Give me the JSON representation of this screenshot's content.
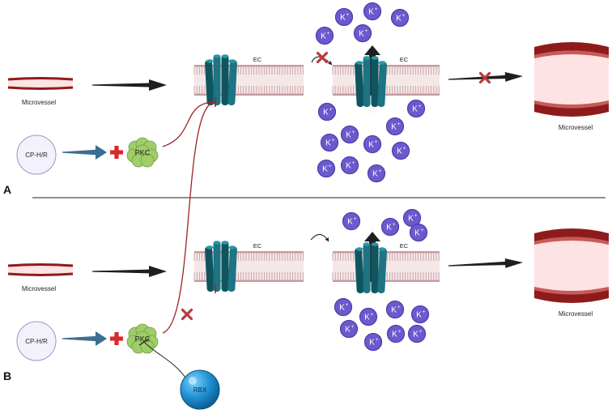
{
  "panels": [
    {
      "letter": "A",
      "microvessel_left_label": "Microvessel",
      "stimulus_label": "CP-H/R",
      "kinase_label": "PKC",
      "membrane_left_label": "EC",
      "membrane_right_label": "EC",
      "microvessel_right_label": "Microvessel",
      "ion_label": "K",
      "ion_charge": "+",
      "drug_label": "",
      "state": "constricted"
    },
    {
      "letter": "B",
      "microvessel_left_label": "Microvessel",
      "stimulus_label": "CP-H/R",
      "kinase_label": "PKC",
      "membrane_left_label": "EC",
      "membrane_right_label": "EC",
      "microvessel_right_label": "Microvessel",
      "ion_label": "K",
      "ion_charge": "+",
      "drug_label": "RBX",
      "state": "dilated"
    }
  ],
  "colors": {
    "channel": "#1d7482",
    "channel_dark": "#0f5560",
    "vessel_wall": "#8e1b1b",
    "vessel_wall_light": "#c85a5a",
    "vessel_lumen": "#fde3e3",
    "membrane_head": "#c79a9e",
    "membrane_fill": "#f4e7e8",
    "ion_fill": "#6a5acd",
    "ion_stroke": "#4a3da8",
    "pkc_fill": "#9fcd6a",
    "pkc_stroke": "#6f9f3f",
    "inhibit_line": "#9e2323",
    "plus_sign": "#d62a2a",
    "block_mark": "#b93b3b",
    "stimulus_arrow": "#3a6f8f",
    "black_arrow": "#1f1f1f",
    "drug_fill": "#1f8fd0",
    "cell_circle_fill": "#f3f2fb",
    "cell_circle_stroke": "#9a95c9"
  },
  "icons": [
    "potassium-channel-icon",
    "pkc-protein-icon",
    "potassium-ion-icon",
    "plus-icon",
    "block-x-icon",
    "arrow-icon",
    "microvessel-icon",
    "drug-sphere-icon"
  ]
}
